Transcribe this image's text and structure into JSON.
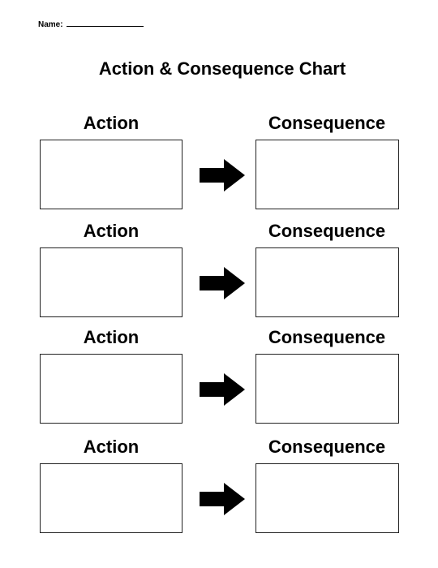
{
  "header": {
    "name_label": "Name:"
  },
  "title": "Action & Consequence Chart",
  "rows": [
    {
      "action_label": "Action",
      "consequence_label": "Consequence"
    },
    {
      "action_label": "Action",
      "consequence_label": "Consequence"
    },
    {
      "action_label": "Action",
      "consequence_label": "Consequence"
    },
    {
      "action_label": "Action",
      "consequence_label": "Consequence"
    }
  ],
  "icons": {
    "connector": "arrow-right-icon"
  },
  "colors": {
    "ink": "#000000",
    "paper": "#ffffff"
  }
}
